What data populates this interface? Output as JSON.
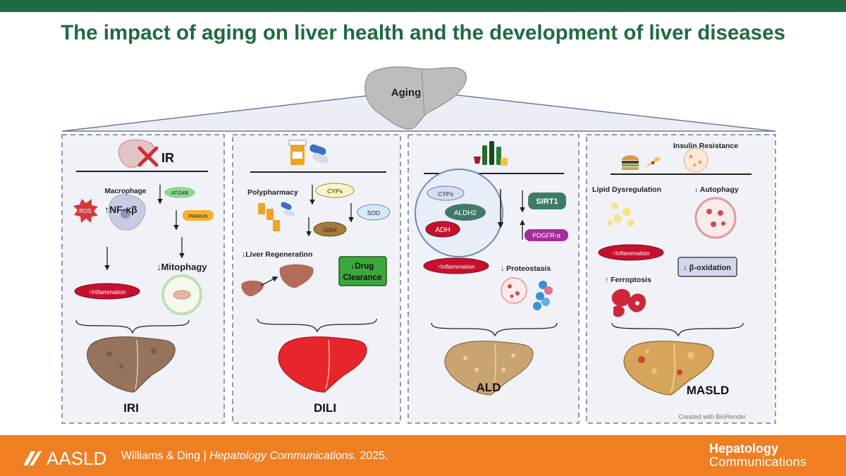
{
  "title": "The impact of aging on liver health and the development of liver diseases",
  "top": {
    "aging_label": "Aging"
  },
  "panels": {
    "iri": {
      "header": "IR",
      "macrophage": "Macrophage",
      "ros": "ROS",
      "nfkb": "↑NF-κβ",
      "atg4b": "ATG4B",
      "parkin": "PARKIN",
      "mitophagy": "↓Mitophagy",
      "inflammation": "↑Inflammation",
      "disease": "IRI"
    },
    "dili": {
      "polypharmacy": "Polypharmacy",
      "cyps": "CYPs",
      "sod": "SOD",
      "gsh": "GSH",
      "regeneration": "↓Liver Regeneration",
      "drug_clearance_1": "↓Drug",
      "drug_clearance_2": "Clearance",
      "disease": "DILI"
    },
    "ald": {
      "cyps": "CYPs",
      "aldh2": "ALDH2",
      "adh": "ADH",
      "sirt1": "SIRT1",
      "pdgfr": "PDGFR-α",
      "inflammation": "↑Inflammation",
      "proteostasis": "↓ Proteostasis",
      "disease": "ALD"
    },
    "masld": {
      "insulin_resistance": "Insulin Resistance",
      "lipid": "Lipid Dysregulation",
      "autophagy": "↓ Autophagy",
      "inflammation": "↑Inflammation",
      "beta_oxidation": "↓ β-oxidation",
      "ferroptosis": "↑ Ferroptosis",
      "disease": "MASLD",
      "credit": "Created with BioRender"
    }
  },
  "footer": {
    "logo": "AASLD",
    "authors": "Williams & Ding",
    "separator": "|",
    "journal": "Hepatology Communications.",
    "year": "2025.",
    "brand_line1": "Hepatology",
    "brand_line2": "Communications"
  },
  "colors": {
    "green": "#1e6b3f",
    "orange": "#ef7f22",
    "red_pill": "#c8102e",
    "panel_bg": "#f0f2f8"
  }
}
